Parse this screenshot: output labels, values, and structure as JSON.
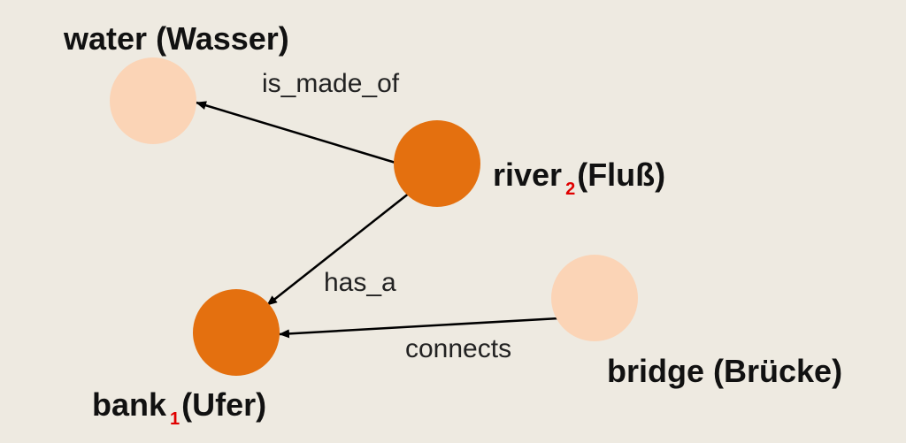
{
  "colors": {
    "background": "#eeeae1",
    "concept_primary": "#e4700f",
    "concept_secondary": "#fbd4b6",
    "edge": "#000000",
    "sense_number": "#e00000"
  },
  "nodes": {
    "water": {
      "word": "water",
      "translation": "(Wasser)",
      "sense": ""
    },
    "river": {
      "word": "river",
      "translation": "(Fluß)",
      "sense": "2"
    },
    "bank": {
      "word": "bank",
      "translation": "(Ufer)",
      "sense": "1"
    },
    "bridge": {
      "word": "bridge",
      "translation": "(Brücke)",
      "sense": ""
    }
  },
  "edges": {
    "is_made_of": "is_made_of",
    "has_a": "has_a",
    "connects": "connects"
  }
}
